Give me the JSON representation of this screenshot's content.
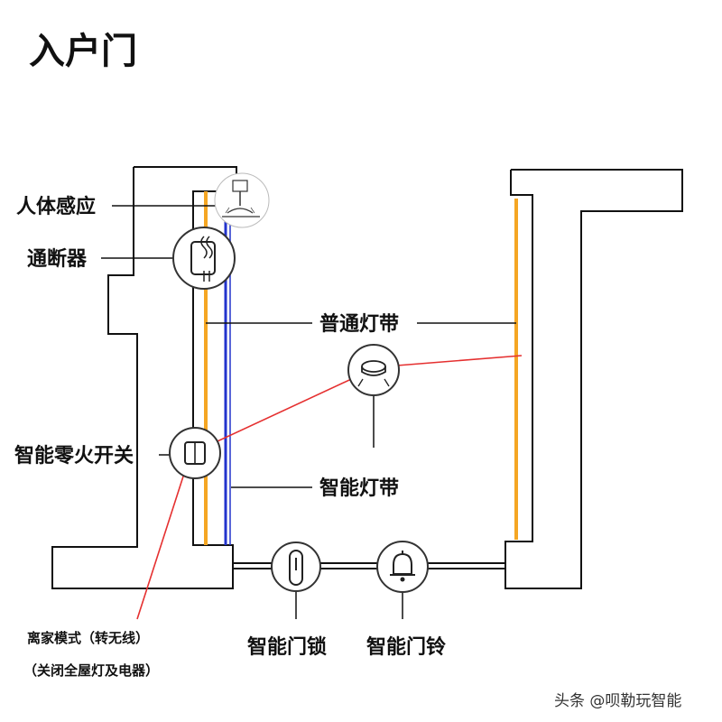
{
  "title": "入户门",
  "labels": {
    "body_sensor": "人体感应",
    "breaker": "通断器",
    "normal_strip": "普通灯带",
    "smart_switch": "智能零火开关",
    "smart_strip": "智能灯带",
    "smart_lock": "智能门锁",
    "smart_bell": "智能门铃",
    "away_mode_line1": "离家模式（转无线）",
    "away_mode_line2": "（关闭全屋灯及电器）"
  },
  "watermark": "头条 @呗勒玩智能",
  "colors": {
    "orange_strip": "#F5A623",
    "blue_strip": "#2233CC",
    "red_wireless": "#E53030",
    "wall": "#111111"
  },
  "icons": {
    "body_sensor": "motion-sensor-icon",
    "breaker": "relay-switch-icon",
    "ceiling": "ceiling-sensor-icon",
    "smart_switch": "wall-switch-icon",
    "smart_lock": "door-lock-icon",
    "smart_bell": "bell-icon"
  }
}
